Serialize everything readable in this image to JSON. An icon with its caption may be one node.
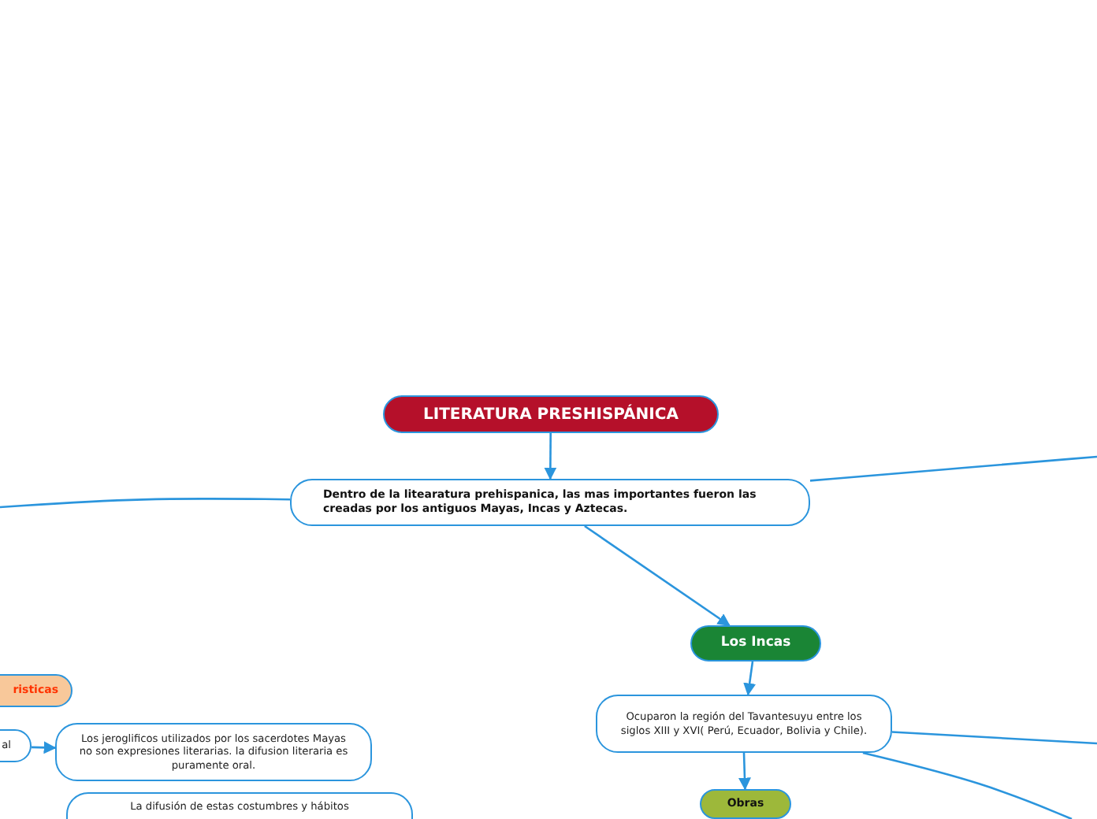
{
  "diagram": {
    "nodes": [
      {
        "text": [
          "LITERATURA PRESHISPÁNICA"
        ]
      },
      {
        "text": [
          "Dentro de la litearatura prehispanica, las mas importantes fueron las creadas por los antiguos Mayas, Incas y Aztecas."
        ]
      },
      {
        "text": [
          "Los Incas"
        ]
      },
      {
        "text": [
          "Ocuparon la región del Tavantesuyu entre los siglos XIII y XVI( Perú, Ecuador, Bolivia y Chile)."
        ]
      },
      {
        "text": [
          "Obras"
        ]
      },
      {
        "text": [
          "risticas"
        ]
      },
      {
        "text": [
          "al"
        ]
      },
      {
        "text": [
          "Los jeroglificos utilizados por los sacerdotes Mayas no son expresiones literarias. la difusion literaria es puramente oral."
        ]
      },
      {
        "text": [
          "La difusión de estas costumbres y hábitos"
        ]
      }
    ],
    "edges": [
      {
        "from": 0,
        "to": 1,
        "arrow": "to"
      },
      {
        "from": 1,
        "to": 2,
        "arrow": "to"
      },
      {
        "from": 1,
        "to": null,
        "arrow": "none"
      },
      {
        "from": 1,
        "to": null,
        "arrow": "none"
      },
      {
        "from": 2,
        "to": 3,
        "arrow": "to"
      },
      {
        "from": 3,
        "to": 4,
        "arrow": "to"
      },
      {
        "from": 3,
        "to": null,
        "arrow": "none"
      },
      {
        "from": 3,
        "to": null,
        "arrow": "none"
      },
      {
        "from": 6,
        "to": 7,
        "arrow": "to"
      }
    ]
  }
}
